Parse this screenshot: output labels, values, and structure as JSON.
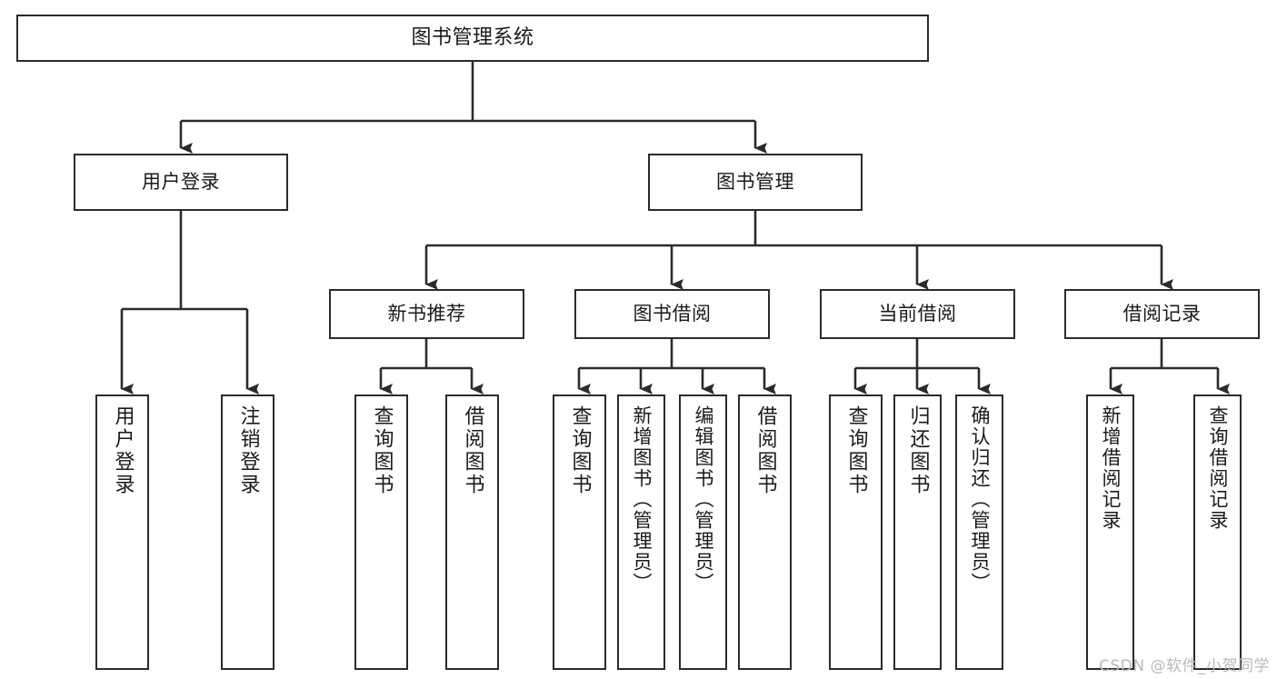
{
  "diagram": {
    "title": "图书管理系统",
    "type": "tree-hierarchy-diagram",
    "root": {
      "label": "图书管理系统"
    },
    "level2": [
      {
        "label": "用户登录"
      },
      {
        "label": "图书管理"
      }
    ],
    "level3": [
      {
        "label": "新书推荐"
      },
      {
        "label": "图书借阅"
      },
      {
        "label": "当前借阅"
      },
      {
        "label": "借阅记录"
      }
    ],
    "leaves": {
      "user_login": [
        {
          "label": "用户登录"
        },
        {
          "label": "注销登录"
        }
      ],
      "new_book_recommend": [
        {
          "label": "查询图书"
        },
        {
          "label": "借阅图书"
        }
      ],
      "book_borrow": [
        {
          "label": "查询图书"
        },
        {
          "label": "新增图书（管理员）"
        },
        {
          "label": "编辑图书（管理员）"
        },
        {
          "label": "借阅图书"
        }
      ],
      "current_borrow": [
        {
          "label": "查询图书"
        },
        {
          "label": "归还图书"
        },
        {
          "label": "确认归还（管理员）"
        }
      ],
      "borrow_record": [
        {
          "label": "新增借阅记录"
        },
        {
          "label": "查询借阅记录"
        }
      ]
    }
  },
  "watermark": {
    "text": "CSDN @软件_小贺同学"
  },
  "colors": {
    "box_border": "#2b2b2b",
    "box_fill": "#ffffff",
    "connector": "#2b2b2b",
    "text": "#1a1a1a",
    "watermark": "#b9b9b9"
  }
}
